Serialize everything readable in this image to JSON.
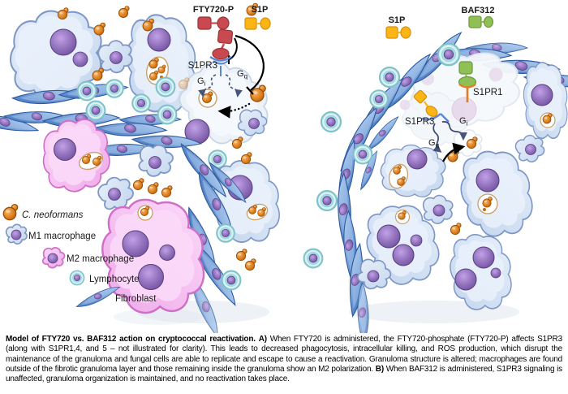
{
  "panel_a": {
    "ligand_ftyp": "FTY720-P",
    "ligand_s1p": "S1P",
    "receptor_s1pr3": "S1PR3",
    "g": "G",
    "sub_i": "i",
    "sub_q": "q"
  },
  "panel_b": {
    "ligand_s1p": "S1P",
    "ligand_baf": "BAF312",
    "receptor_s1pr1": "S1PR1",
    "receptor_s1pr3": "S1PR3",
    "g": "G",
    "sub_i": "i",
    "sub_q": "q"
  },
  "legend": {
    "items": [
      {
        "label": "C. neoformans"
      },
      {
        "label": "M1 macrophage"
      },
      {
        "label": "M2 macrophage"
      },
      {
        "label": "Lymphocyte"
      },
      {
        "label": "Fibroblast"
      }
    ]
  },
  "colors": {
    "fty720p_red": "#c8494f",
    "s1p_yellow": "#fdb515",
    "baf312_green": "#8fbf55",
    "s1pr1_stem_orange": "#e87a1e",
    "membrane_blue": "#5b86d0",
    "m1_macrophage_fill": "#ccdcf0",
    "m2_macrophage_fill": "#f4b9f0",
    "lymphocyte_fill": "#bfe6ea",
    "fibroblast_fill": "#5f8fd0",
    "nucleus_purple": "#8a66b0",
    "fungus_orange": "#d97716"
  },
  "caption": {
    "title_bold": "Model of FTY720 vs. BAF312 action on cryptococcal reactivation.",
    "a_label": "A)",
    "a_text": "When FTY720 is administered, the FTY720-phosphate (FTY720-P) affects S1PR3 (along with S1PR1,4, and 5 – not illustrated for clarity). This leads to decreased phagocytosis, intracellular killing, and ROS production, which disrupt the maintenance of the granuloma and fungal cells are able to replicate and escape to cause a reactivation. Granuloma structure is altered; macrophages are found outside of the fibrotic granuloma layer and those remaining inside the granuloma show an M2 polarization.",
    "b_label": "B)",
    "b_text": "When BAF312 is administered, S1PR3 signaling is unaffected, granuloma organization is maintained, and no reactivation takes place."
  }
}
